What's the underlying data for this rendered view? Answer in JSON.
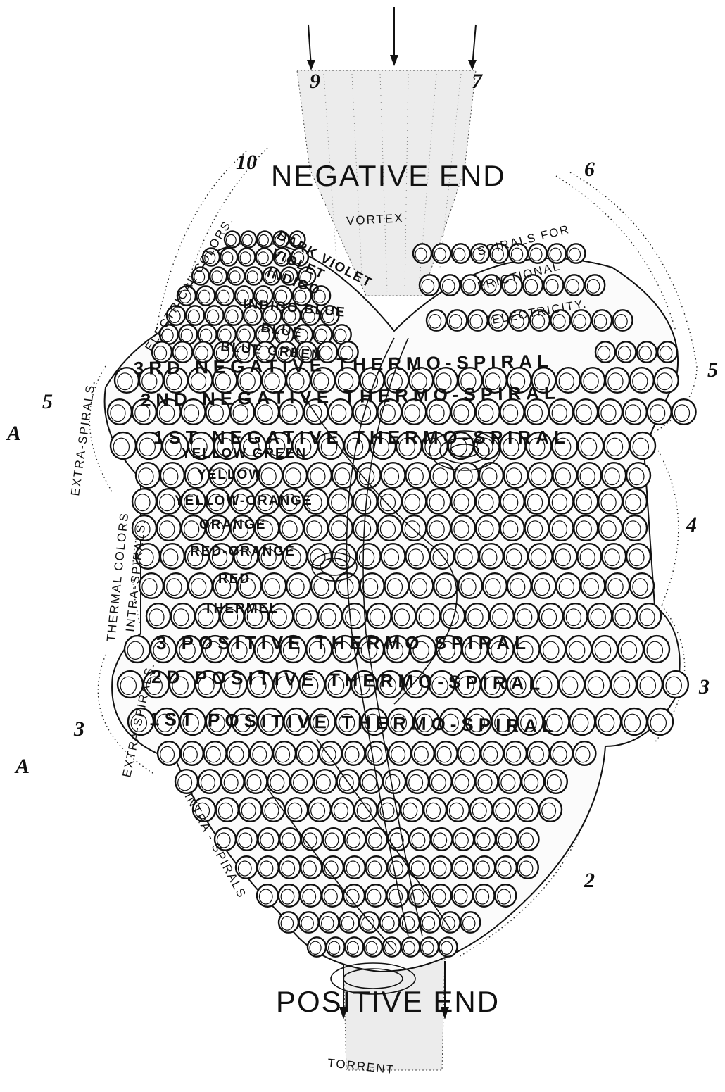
{
  "diagram": {
    "labels": {
      "negative_end": "NEGATIVE END",
      "vortex": "VORTEX",
      "positive_end": "POSITIVE END",
      "torrent": "TORRENT",
      "electrical_colors": "ELECTRICAL COLORS.",
      "spirals_for": "SPIRALS FOR",
      "frictional": "FRICTIONAL",
      "electricity": "ELECTRICITY.",
      "extra_spirals_top": "EXTRA-SPIRALS.",
      "extra_spirals_bottom": "EXTRA-SPIRALS.",
      "thermal_colors": "THERMAL COLORS",
      "intra_spirals_side": "INTRA-SPIRALS.",
      "intra_spirals_bottom": "INTRA - SPIRALS"
    },
    "bands": [
      "DARK VIOLET",
      "VIOLET",
      "INDIGO",
      "INDIGO BLUE",
      "BLUE",
      "BLUE GREEN",
      "3RD NEGATIVE THERMO-SPIRAL",
      "2ND NEGATIVE THERMO-SPIRAL",
      "1ST NEGATIVE THERMO-SPIRAL",
      "YELLOW GREEN",
      "YELLOW",
      "YELLOW-ORANGE",
      "ORANGE",
      "RED-ORANGE",
      "RED",
      "THERMEL",
      "3 POSITIVE THERMO SPIRAL",
      "2D POSITIVE THERMO-SPIRAL",
      "1ST POSITIVE THERMO-SPIRAL"
    ],
    "numbers": {
      "n10": "10",
      "n9": "9",
      "n7": "7",
      "n6": "6",
      "n5_left": "5",
      "n5_right": "5",
      "n4": "4",
      "n3_left": "3",
      "n3_right": "3",
      "n2": "2",
      "a_top": "A",
      "a_bottom": "A"
    }
  }
}
